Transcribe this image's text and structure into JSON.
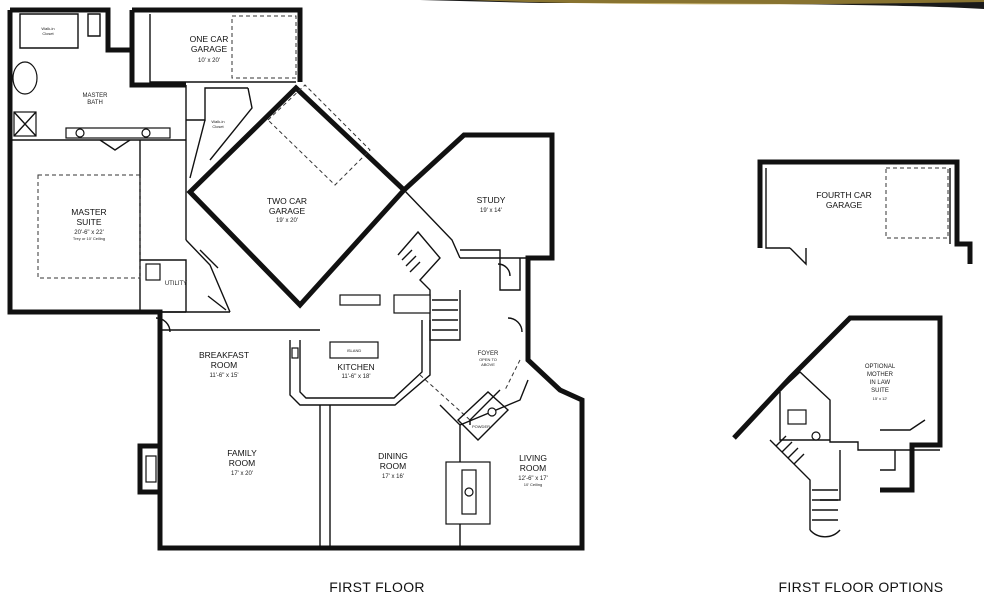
{
  "labels": {
    "first_floor": "FIRST FLOOR",
    "first_floor_options": "FIRST FLOOR OPTIONS"
  },
  "rooms": {
    "one_car_garage": {
      "name1": "ONE CAR",
      "name2": "GARAGE",
      "dim": "10' x 20'"
    },
    "master_bath": {
      "name1": "MASTER",
      "name2": "BATH"
    },
    "walkin_closet_1": {
      "name1": "Walk-in",
      "name2": "Closet"
    },
    "walkin_closet_2": {
      "name1": "Walk-in",
      "name2": "Closet"
    },
    "two_car_garage": {
      "name1": "TWO CAR",
      "name2": "GARAGE",
      "dim": "19' x 20'"
    },
    "master_suite": {
      "name1": "MASTER",
      "name2": "SUITE",
      "dim": "20'-6\" x 22'",
      "note": "Trey or 10' Ceiling"
    },
    "study": {
      "name": "STUDY",
      "dim": "19' x 14'"
    },
    "utility": {
      "name": "UTILITY"
    },
    "breakfast": {
      "name1": "BREAKFAST",
      "name2": "ROOM",
      "dim": "11'-6\" x 15'"
    },
    "kitchen": {
      "name": "KITCHEN",
      "dim": "11'-6\" x 18'"
    },
    "island": {
      "name": "ISLAND"
    },
    "foyer": {
      "name": "FOYER",
      "note1": "OPEN TO",
      "note2": "ABOVE"
    },
    "powder": {
      "name": "POWDER"
    },
    "family": {
      "name1": "FAMILY",
      "name2": "ROOM",
      "dim": "17' x 20'"
    },
    "dining": {
      "name1": "DINING",
      "name2": "ROOM",
      "dim": "17' x 16'"
    },
    "living": {
      "name1": "LIVING",
      "name2": "ROOM",
      "dim": "12'-6\" x 17'",
      "note": "10' Ceiling"
    },
    "fourth_car_garage": {
      "name1": "FOURTH CAR",
      "name2": "GARAGE"
    },
    "mother_in_law": {
      "name1": "OPTIONAL",
      "name2": "MOTHER",
      "name3": "IN LAW",
      "name4": "SUITE",
      "dim": "15' x 12'"
    }
  }
}
